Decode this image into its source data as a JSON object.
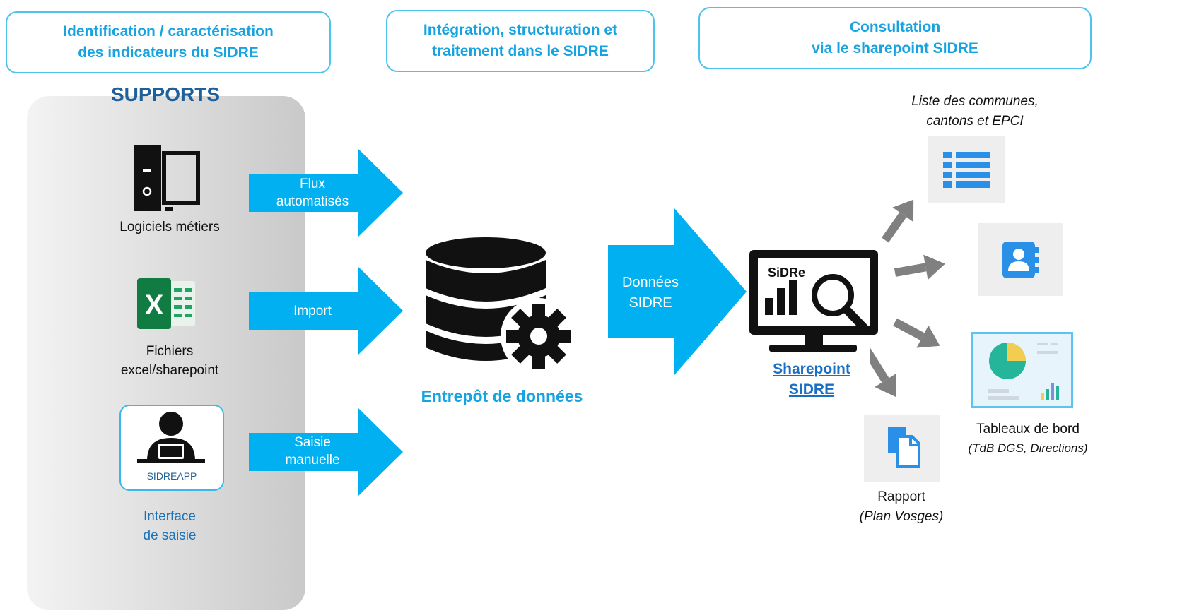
{
  "headers": {
    "left": {
      "line1": "Identification / caractérisation",
      "line2": "des indicateurs du SIDRE"
    },
    "center": {
      "line1": "Intégration, structuration et",
      "line2": "traitement dans le SIDRE"
    },
    "right": {
      "line1": "Consultation",
      "line2": "via le sharepoint SIDRE"
    }
  },
  "supports": {
    "title": "SUPPORTS",
    "items": [
      {
        "label": "Logiciels métiers",
        "icon": "computer-tower-icon"
      },
      {
        "label_line1": "Fichiers",
        "label_line2": "excel/sharepoint",
        "icon": "excel-icon"
      },
      {
        "app_label": "SIDREAPP",
        "label_line1": "Interface",
        "label_line2": "de saisie",
        "icon": "user-at-laptop-icon"
      }
    ]
  },
  "flows": [
    {
      "line1": "Flux",
      "line2": "automatisés"
    },
    {
      "line1": "Import"
    },
    {
      "line1": "Saisie",
      "line2": "manuelle"
    }
  ],
  "warehouse": {
    "label": "Entrepôt de données",
    "icon": "database-gear-icon"
  },
  "data_arrow": {
    "line1": "Données",
    "line2": "SIDRE"
  },
  "sharepoint": {
    "logo_text": "SiDRe",
    "label_line1": "Sharepoint",
    "label_line2": "SIDRE",
    "icon": "monitor-analytics-icon"
  },
  "outputs": [
    {
      "label_line1": "Liste des communes,",
      "label_line2": "cantons et EPCI",
      "icon": "list-icon"
    },
    {
      "icon": "contact-book-icon"
    },
    {
      "label_line1": "Tableaux de bord",
      "label_line2": "(TdB DGS, Directions)",
      "icon": "dashboard-icon"
    },
    {
      "label_line1": "Rapport",
      "label_line2": "(Plan Vosges)",
      "icon": "report-icon"
    }
  ],
  "colors": {
    "accent": "#00b0f0",
    "header_text": "#16a3e0",
    "grey_arrow": "#808080",
    "icon_blue": "#2a8fe6"
  }
}
